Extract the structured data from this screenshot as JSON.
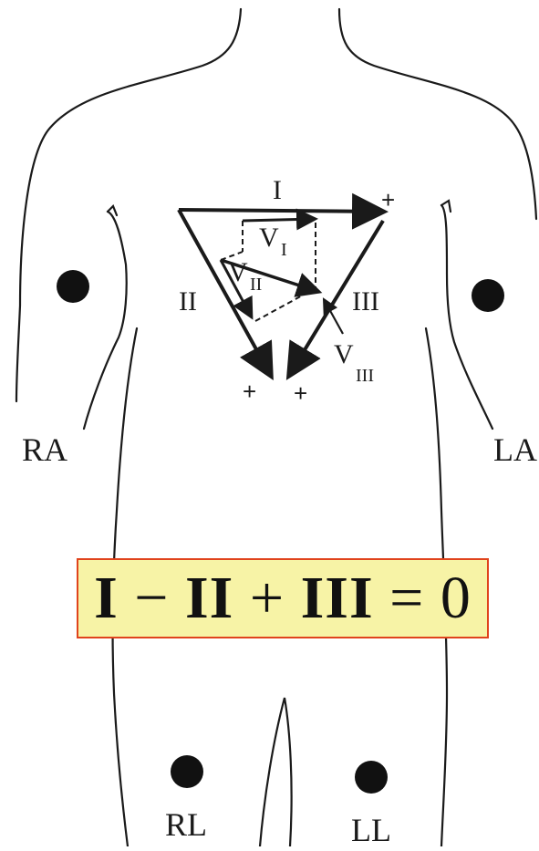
{
  "labels": {
    "ra": "RA",
    "la": "LA",
    "rl": "RL",
    "ll": "LL",
    "lead_1": "I",
    "lead_2": "II",
    "lead_3": "III",
    "v": "V",
    "v1_sub": "I",
    "v2_sub": "II",
    "v3_sub": "III",
    "plus": "+"
  },
  "equation": {
    "t1": "I",
    "op1": " − ",
    "t2": "II",
    "op2": " + ",
    "t3": "III",
    "op3": " = ",
    "t4": "0"
  },
  "colors": {
    "outline": "#1a1a1a",
    "box_fill": "#f7f3a6",
    "box_border": "#e0431c"
  }
}
